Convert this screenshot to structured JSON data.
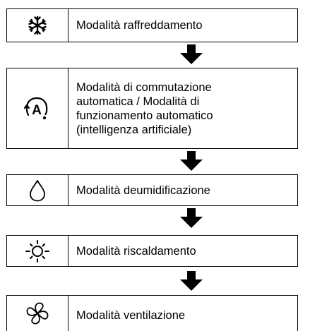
{
  "modes": [
    {
      "label": "Modalità raffreddamento",
      "icon": "snowflake-icon"
    },
    {
      "label": "Modalità di commutazione\nautomatica / Modalità di\nfunzionamento automatico\n(intelligenza artificiale)",
      "icon": "auto-mode-icon"
    },
    {
      "label": "Modalità deumidificazione",
      "icon": "water-drop-icon"
    },
    {
      "label": "Modalità riscaldamento",
      "icon": "sun-icon"
    },
    {
      "label": "Modalità ventilazione",
      "icon": "fan-icon"
    }
  ],
  "auto_icon_letter": "A",
  "colors": {
    "line": "#000000",
    "background": "#ffffff"
  }
}
